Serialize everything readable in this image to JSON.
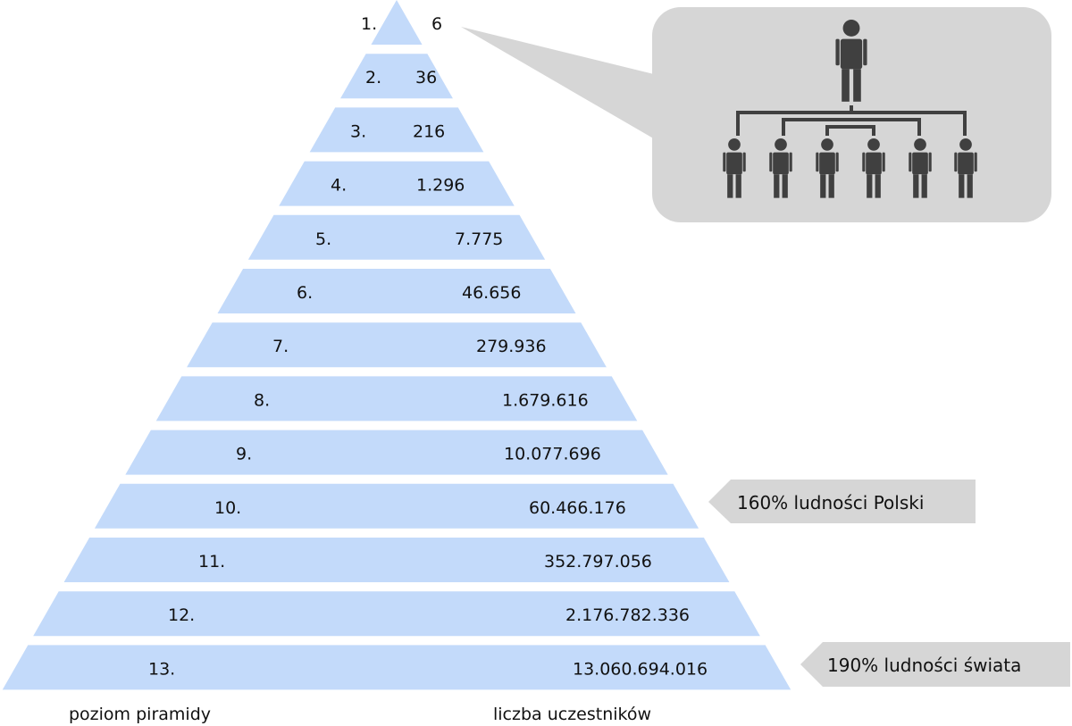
{
  "pyramid": {
    "levels": [
      {
        "level": "1.",
        "count": "6"
      },
      {
        "level": "2.",
        "count": "36"
      },
      {
        "level": "3.",
        "count": "216"
      },
      {
        "level": "4.",
        "count": "1.296"
      },
      {
        "level": "5.",
        "count": "7.775"
      },
      {
        "level": "6.",
        "count": "46.656"
      },
      {
        "level": "7.",
        "count": "279.936"
      },
      {
        "level": "8.",
        "count": "1.679.616"
      },
      {
        "level": "9.",
        "count": "10.077.696"
      },
      {
        "level": "10.",
        "count": "60.466.176"
      },
      {
        "level": "11.",
        "count": "352.797.056"
      },
      {
        "level": "12.",
        "count": "2.176.782.336"
      },
      {
        "level": "13.",
        "count": "13.060.694.016"
      }
    ]
  },
  "callouts": {
    "poland": "160% ludności Polski",
    "world": "190% ludności świata"
  },
  "captions": {
    "level": "poziom piramidy",
    "count": "liczba uczestników"
  },
  "colors": {
    "band": "#c3dafa",
    "callout": "#d6d6d6",
    "person": "#404040"
  },
  "icons": {
    "hierarchy": "org-hierarchy-icon"
  }
}
